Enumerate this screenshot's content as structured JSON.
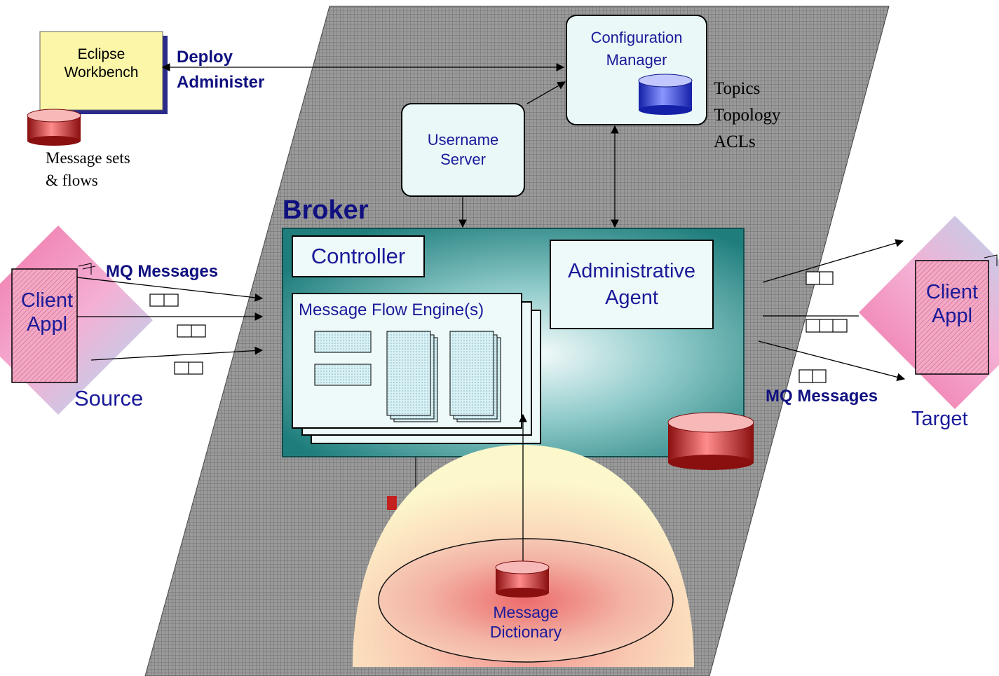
{
  "colors": {
    "diagram_text": "#1a1a99",
    "bold_label": "#101080",
    "platform_fill": "#8a8a8a",
    "workbench_fill": "#fbf6a8",
    "server_fill": "#eaf8f8",
    "broker_fill": "#2a8a88",
    "db_red": "#c42020",
    "db_blue": "#2233dd"
  },
  "eclipse": {
    "line1": "Eclipse",
    "line2": "Workbench",
    "repo_line1": "Message sets",
    "repo_line2": "& flows"
  },
  "deploy": {
    "line1": "Deploy",
    "line2": "Administer"
  },
  "config_manager": {
    "line1": "Configuration",
    "line2": "Manager",
    "notes": [
      "Topics",
      "Topology",
      "ACLs"
    ]
  },
  "username_server": {
    "line1": "Username",
    "line2": "Server"
  },
  "broker": {
    "title": "Broker",
    "controller": "Controller",
    "admin_agent_line1": "Administrative",
    "admin_agent_line2": "Agent",
    "engine": "Message Flow Engine(s)"
  },
  "source": {
    "client_line1": "Client",
    "client_line2": "Appl",
    "label": "Source",
    "messages": "MQ Messages"
  },
  "target": {
    "client_line1": "Client",
    "client_line2": "Appl",
    "label": "Target",
    "messages": "MQ Messages"
  },
  "dictionary": {
    "line1": "Message",
    "line2": "Dictionary"
  }
}
